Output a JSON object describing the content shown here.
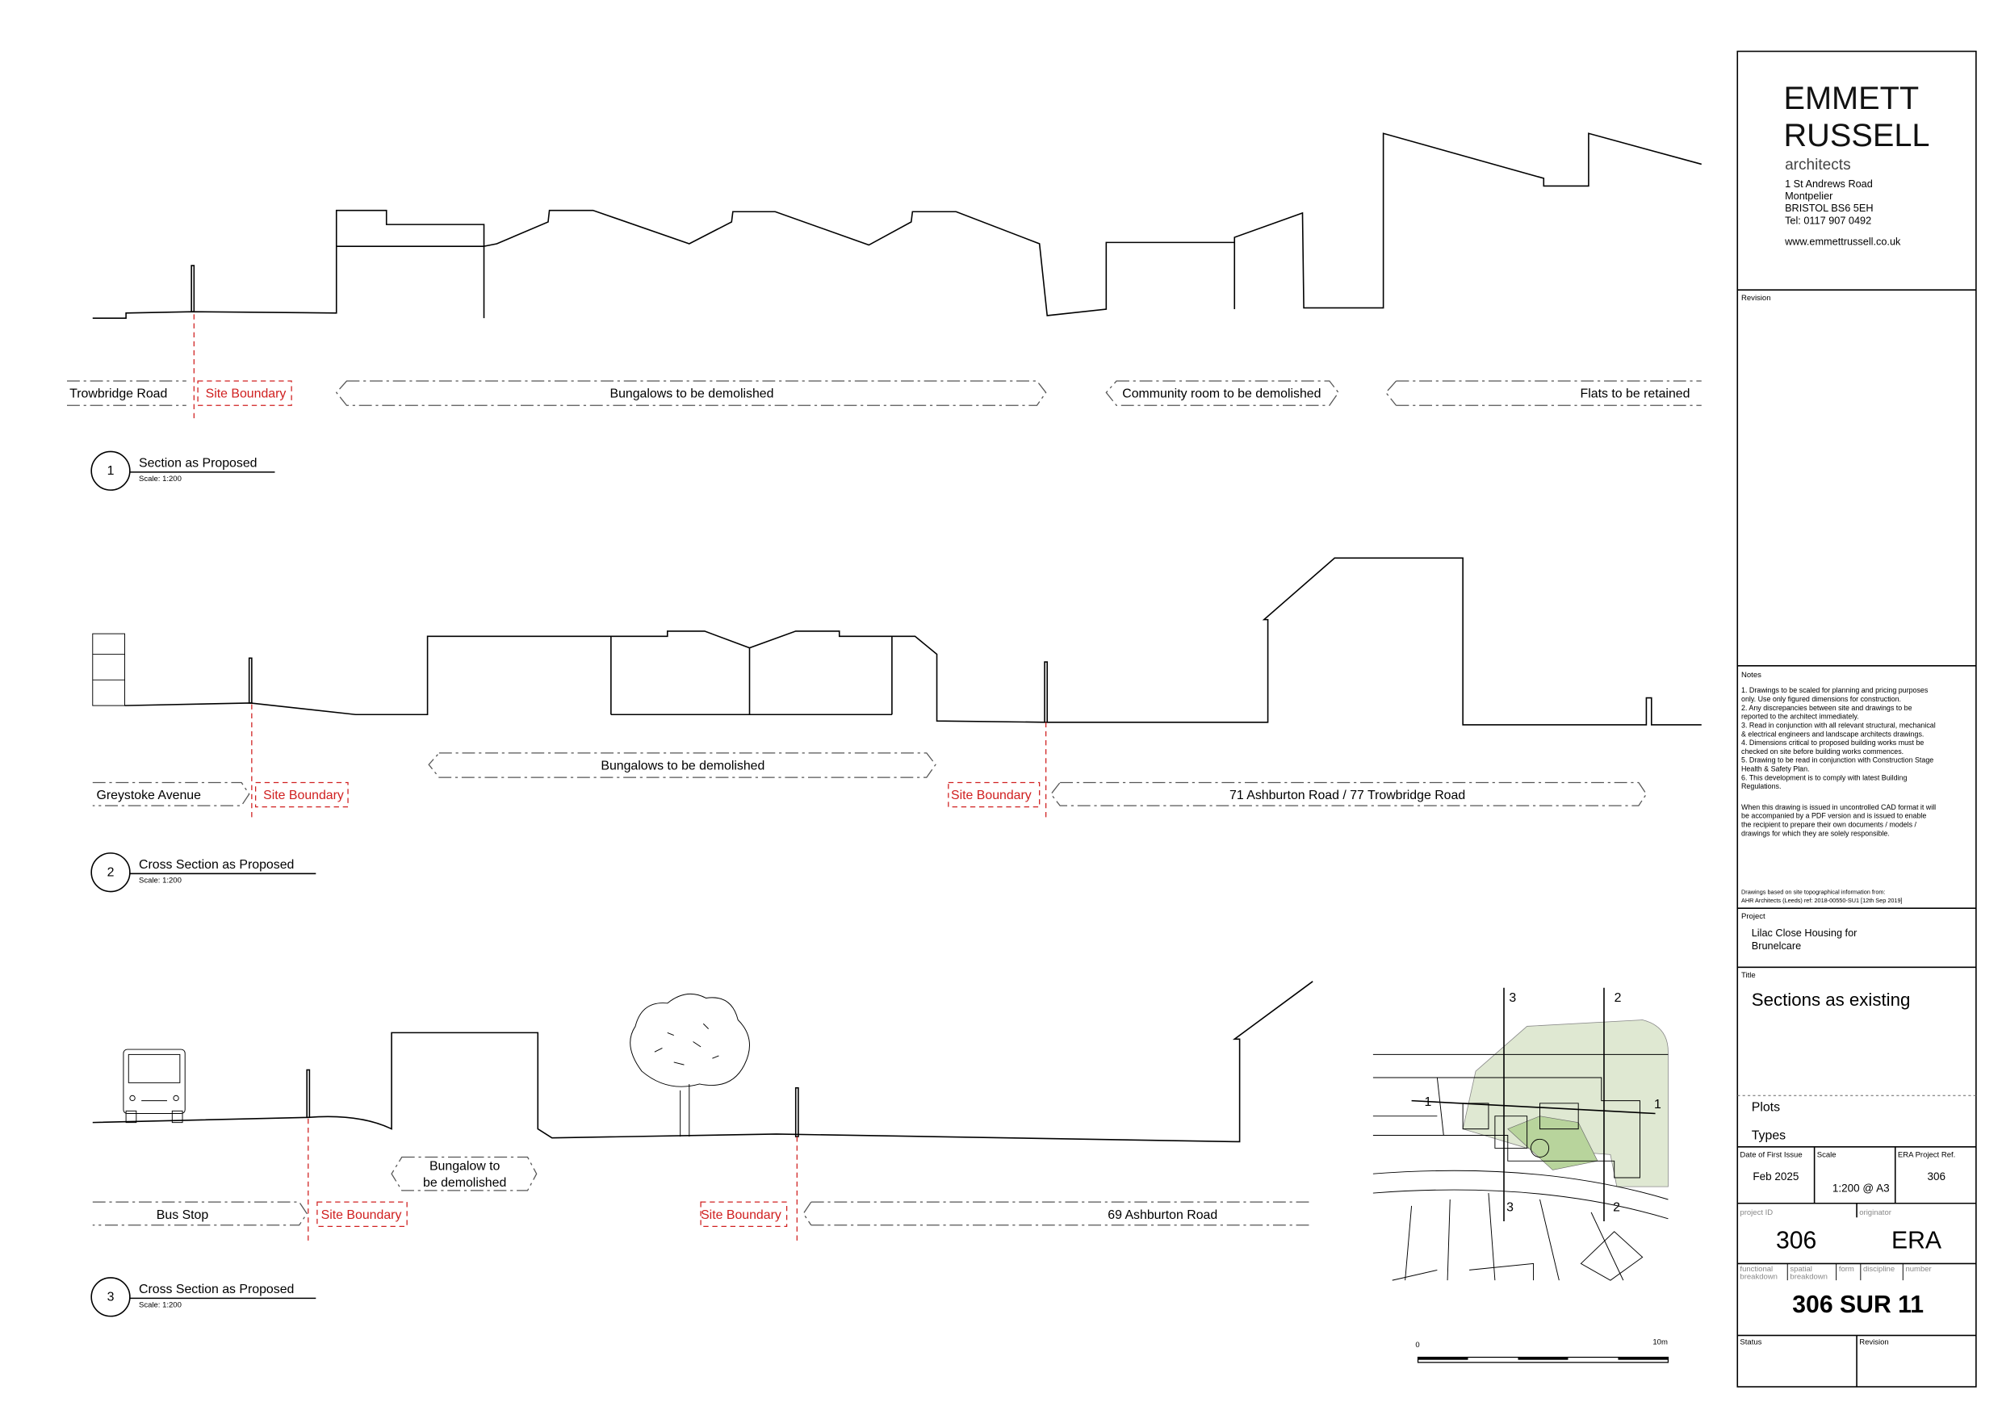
{
  "sections": [
    {
      "number": "1",
      "title": "Section as Proposed",
      "scale": "Scale: 1:200",
      "labels": [
        "Trowbridge Road",
        "Site Boundary",
        "Bungalows to be demolished",
        "Community room to be demolished",
        "Flats to be retained"
      ]
    },
    {
      "number": "2",
      "title": "Cross Section as Proposed",
      "scale": "Scale: 1:200",
      "labels": [
        "Greystoke Avenue",
        "Site Boundary",
        "Bungalows to be demolished",
        "Site Boundary",
        "71 Ashburton Road / 77 Trowbridge Road"
      ]
    },
    {
      "number": "3",
      "title": "Cross Section as Proposed",
      "scale": "Scale: 1:200",
      "labels": [
        "Bus Stop",
        "Site Boundary",
        "Bungalow to",
        "be demolished",
        "Site Boundary",
        "69 Ashburton Road"
      ]
    }
  ],
  "key_plan": {
    "markers": [
      "3",
      "2",
      "1",
      "1",
      "3",
      "2"
    ],
    "scale_bar": {
      "start": "0",
      "end": "10m"
    }
  },
  "title_block": {
    "firm": {
      "line1": "EMMETT",
      "line2": "RUSSELL",
      "line3": "architects"
    },
    "address": [
      "1 St Andrews Road",
      "Montpelier",
      "BRISTOL  BS6 5EH",
      "Tel: 0117 907 0492"
    ],
    "website": "www.emmettrussell.co.uk",
    "revision_label": "Revision",
    "notes_label": "Notes",
    "notes": [
      "1. Drawings to be scaled for planning and pricing purposes",
      "only. Use only figured dimensions for construction.",
      "2. Any discrepancies between site and drawings to be",
      "reported to the architect immediately.",
      "3. Read in conjunction with all relevant structural, mechanical",
      "& electrical engineers and landscape architects drawings.",
      "4. Dimensions critical to proposed building works must be",
      "checked on site before building works commences.",
      "5. Drawing to be read in conjunction with Construction Stage",
      "Health & Safety Plan.",
      "6.  This development is to comply with latest Building",
      "Regulations."
    ],
    "cad_note": [
      "When this drawing is issued in uncontrolled CAD format it will",
      "be accompanied by a PDF version and is issued to enable",
      "the recipient to prepare their own documents / models /",
      "drawings for which they are solely responsible."
    ],
    "topo_note": [
      "Drawings based on site topographical information from:",
      "AHR Architects (Leeds) ref: 2018-00550-SU1 [12th Sep 2019]"
    ],
    "project_label": "Project",
    "project": [
      "Lilac Close Housing for",
      "Brunelcare"
    ],
    "title_label": "Title",
    "title": "Sections as existing",
    "plots": "Plots",
    "types": "Types",
    "date_label": "Date of First Issue",
    "date": "Feb 2025",
    "scale_label": "Scale",
    "scale": "1:200 @ A3",
    "ref_label": "ERA Project Ref.",
    "ref": "306",
    "project_id_label": "project ID",
    "project_id": "306",
    "originator_label": "originator",
    "originator": "ERA",
    "functional_label": "functional",
    "functional_sub": "breakdown",
    "spatial_label": "spatial",
    "spatial_sub": "breakdown",
    "form_label": "form",
    "discipline_label": "discipline",
    "number_label": "number",
    "drawing_number": "306 SUR 11",
    "status_label": "Status",
    "revision2_label": "Revision"
  }
}
